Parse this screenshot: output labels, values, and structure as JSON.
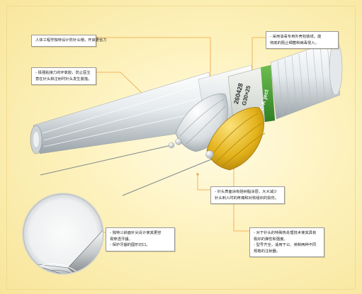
{
  "hub_label": {
    "brand": "C-K ject",
    "size": "G30×25",
    "lot": "260428"
  },
  "callouts": {
    "top_left": {
      "lines": [
        "人体工程学独特设计防针头帽，开启更省力"
      ]
    },
    "left": {
      "lines": [
        "- 极强粘接力的环氧胶，防止医生",
        "意在针头和注射时针头发生脱落。"
      ]
    },
    "top_right": {
      "lines": [
        "- 采用消毒专用外壳包装纸，能",
        "彻底的阻止细菌和病毒侵入。"
      ]
    },
    "middle_right": {
      "lines": [
        "- 针头表面涂有硅树脂涂层，大大减少",
        "针头刺入时的疼痛和对软组织的损伤。"
      ]
    },
    "bottom_left": {
      "lines": [
        "- 独特三斜面针尖设计使其更容",
        "易穿透牙龈。",
        "- 保护牙龈的圆形切口。"
      ]
    },
    "bottom_right": {
      "lines": [
        "- 对于针头的特殊热处理技术使其具有",
        "极好的弹性和强度。",
        "- 型号齐全，适用于公、英制两种不同",
        "规格的注射器。"
      ]
    }
  },
  "colors": {
    "background": "#fdf2bd",
    "leader_line": "#f1a142",
    "hub_yellow": "#e3b21a",
    "label_green": "#3f9a33"
  }
}
